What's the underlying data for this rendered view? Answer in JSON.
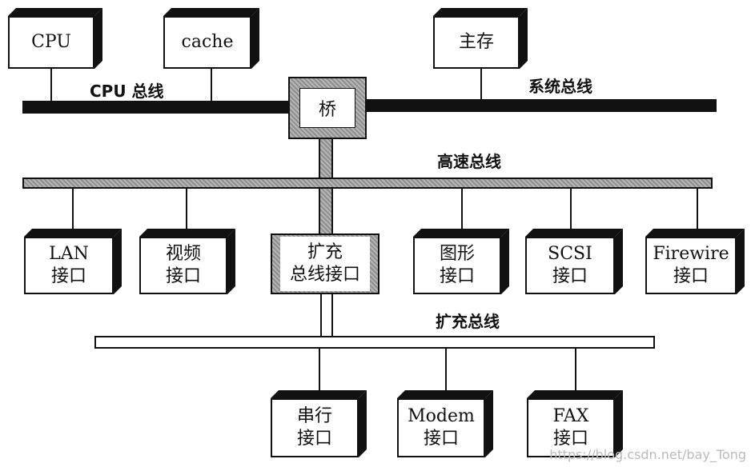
{
  "top_units": [
    {
      "id": "cpu",
      "label": "CPU"
    },
    {
      "id": "cache",
      "label": "cache"
    },
    {
      "id": "main-memory",
      "label": "主存"
    }
  ],
  "bridge": {
    "label": "桥"
  },
  "buses": {
    "cpu_bus": "CPU 总线",
    "system_bus": "系统总线",
    "high_speed_bus": "高速总线",
    "expansion_bus": "扩充总线"
  },
  "high_speed_devices": [
    {
      "id": "lan",
      "line1": "LAN",
      "line2": "接口"
    },
    {
      "id": "video",
      "line1": "视频",
      "line2": "接口"
    },
    {
      "id": "expansion",
      "line1": "扩充",
      "line2": "总线接口"
    },
    {
      "id": "graphics",
      "line1": "图形",
      "line2": "接口"
    },
    {
      "id": "scsi",
      "line1": "SCSI",
      "line2": "接口"
    },
    {
      "id": "firewire",
      "line1": "Firewire",
      "line2": "接口"
    }
  ],
  "expansion_devices": [
    {
      "id": "serial",
      "line1": "串行",
      "line2": "接口"
    },
    {
      "id": "modem",
      "line1": "Modem",
      "line2": "接口"
    },
    {
      "id": "fax",
      "line1": "FAX",
      "line2": "接口"
    }
  ],
  "watermark": "https://blog.csdn.net/bay_Tong"
}
